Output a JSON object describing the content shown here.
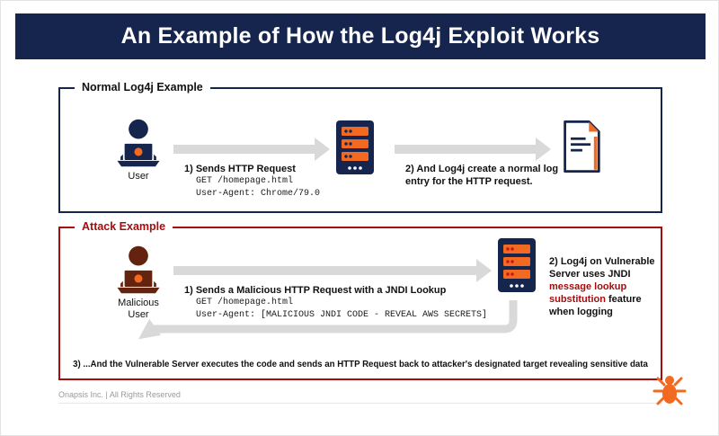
{
  "header": {
    "title": "An Example of How the Log4j Exploit Works"
  },
  "normal": {
    "box_title": "Normal Log4j Example",
    "user_label": "User",
    "step1_label": "1) Sends HTTP Request",
    "step1_code": [
      "GET /homepage.html",
      "User-Agent: Chrome/79.0"
    ],
    "step2_label": "2) And Log4j create a normal log entry for the HTTP request."
  },
  "attack": {
    "box_title": "Attack Example",
    "user_label": "Malicious User",
    "step1_label": "1) Sends a Malicious HTTP Request with a JNDI Lookup",
    "step1_code": [
      "GET /homepage.html",
      "User-Agent: [MALICIOUS JNDI CODE - REVEAL AWS SECRETS]"
    ],
    "step2_part1": "2) Log4j on Vulnerable Server uses JNDI ",
    "step2_highlight": "message lookup substitution",
    "step2_part2": " feature when logging",
    "step3_label": "3) ...And the Vulnerable Server executes the code and sends an HTTP Request back to attacker's designated target revealing sensitive data"
  },
  "footer": {
    "copyright": "Onapsis Inc. | All Rights Reserved"
  },
  "icons": {
    "user": "user-with-laptop-icon",
    "malicious_user": "malicious-user-with-laptop-icon",
    "server": "server-icon",
    "vulnerable_server": "vulnerable-server-icon",
    "log": "log-document-icon",
    "logo": "onapsis-bug-logo"
  },
  "colors": {
    "navy": "#16254e",
    "orange": "#f26a21",
    "red": "#a50d0d",
    "gray": "#d9d9d9"
  }
}
